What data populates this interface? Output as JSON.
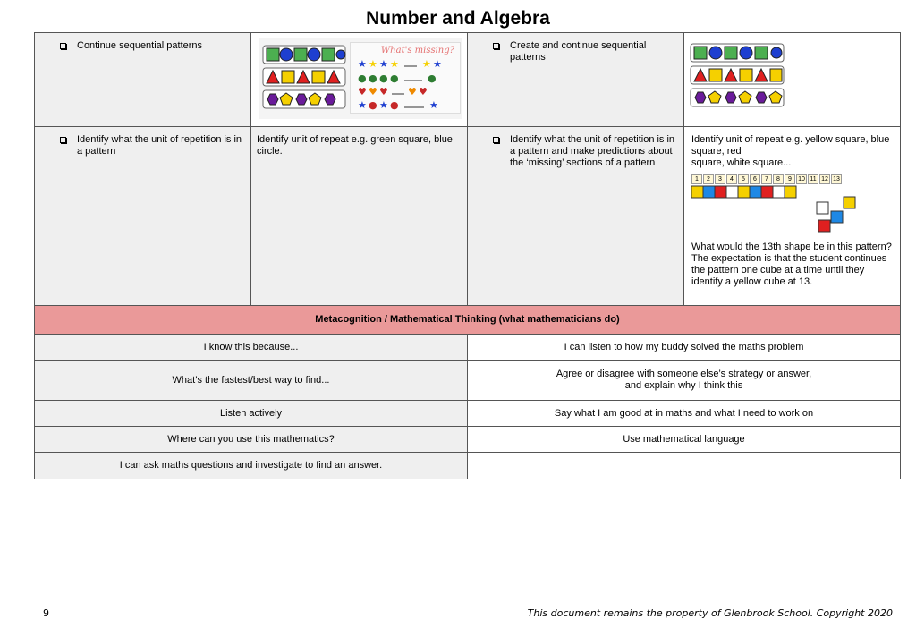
{
  "page": {
    "title": "Number and Algebra",
    "page_number": "9",
    "footer": "This document remains the property of Glenbrook School. Copyright 2020"
  },
  "rows": [
    {
      "left_objective": "Continue sequential patterns",
      "left_image_caption": "What's missing?",
      "right_objective": "Create and continue sequential patterns"
    },
    {
      "left_objective": "Identify what the unit of repetition is in a pattern",
      "left_example": "Identify unit of repeat e.g. green square, blue circle.",
      "right_objective": "Identify what the unit of repetition is in a pattern and make predictions about the ‘missing’ sections of a pattern",
      "right_example_line1": "Identify unit of repeat e.g. yellow square, blue square, red",
      "right_example_line2": "square, white square...",
      "number_strip": [
        "1",
        "2",
        "3",
        "4",
        "5",
        "6",
        "7",
        "8",
        "9",
        "10",
        "11",
        "12",
        "13"
      ],
      "right_question": "What would the 13th shape be in this pattern? The expectation is that the student continues the pattern one cube at a time until they identify a yellow cube at 13."
    }
  ],
  "metacognition": {
    "heading": "Metacognition / Mathematical Thinking (what mathematicians do)",
    "items": [
      {
        "left": "I know this because...",
        "right": "I can listen to how my buddy solved the maths problem"
      },
      {
        "left": "What’s the fastest/best way to find...",
        "right_line1": "Agree or disagree with someone else’s strategy or answer,",
        "right_line2": "and explain why I think this"
      },
      {
        "left": "Listen actively",
        "right": "Say what I am good at in maths and what I need to work on"
      },
      {
        "left": "Where can you use this mathematics?",
        "right": "Use mathematical language"
      },
      {
        "left": "I can ask maths questions and investigate to find an answer.",
        "right": ""
      }
    ]
  },
  "colors": {
    "heading_bg": "#ea9999",
    "cell_gray": "#efefef",
    "green": "#4caf50",
    "blue": "#1e3fd0",
    "red": "#e02020",
    "yellow": "#f5d000",
    "purple": "#6a1b9a"
  }
}
